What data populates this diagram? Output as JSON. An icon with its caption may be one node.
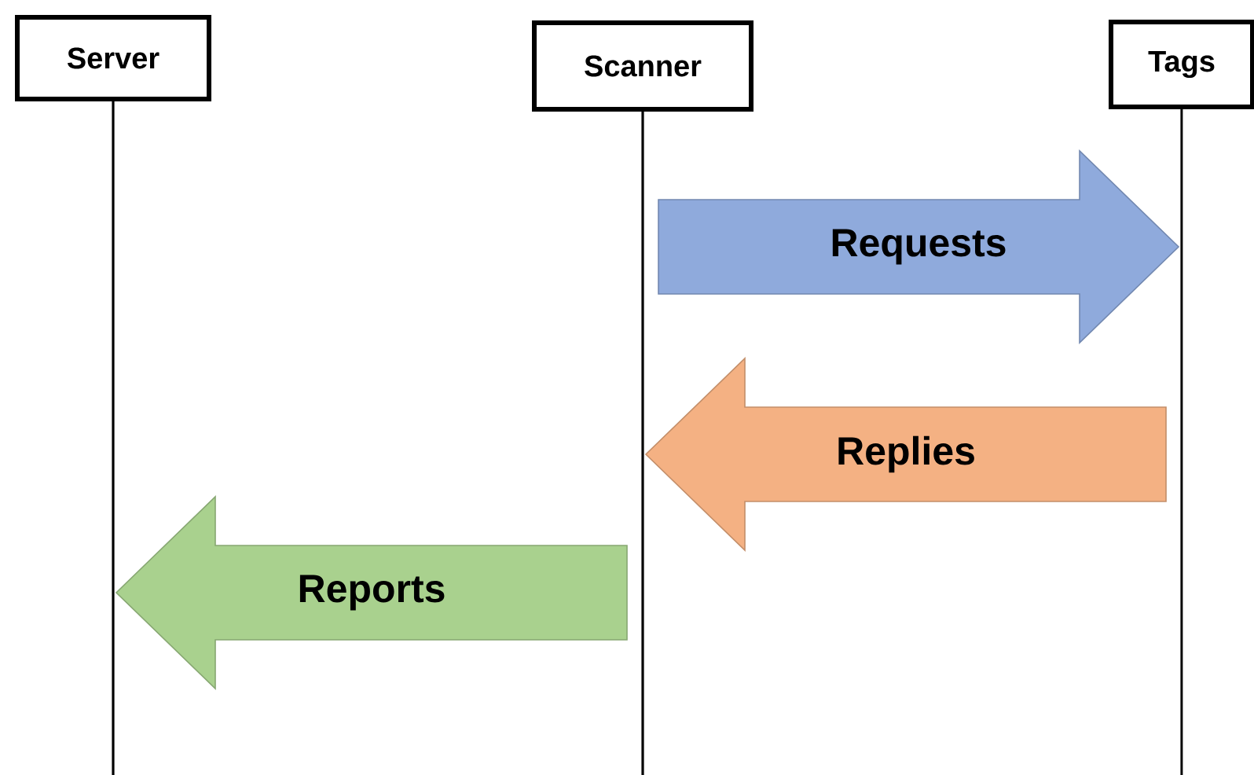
{
  "diagram": {
    "nodes": [
      {
        "text": [
          "Server"
        ]
      },
      {
        "text": [
          "Scanner"
        ]
      },
      {
        "text": [
          "Tags"
        ]
      }
    ],
    "edges": [
      {
        "from": 1,
        "to": 2,
        "arrow": "to",
        "label": "Requests",
        "color": "#8faadc"
      },
      {
        "from": 2,
        "to": 1,
        "arrow": "to",
        "label": "Replies",
        "color": "#f4b183"
      },
      {
        "from": 1,
        "to": 0,
        "arrow": "to",
        "label": "Reports",
        "color": "#a9d18e"
      }
    ]
  }
}
